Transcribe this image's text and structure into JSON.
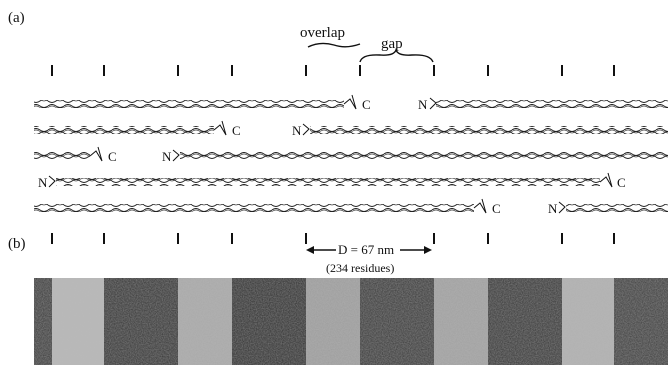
{
  "panel_a": {
    "label": "(a)",
    "overlap_label": "overlap",
    "gap_label": "gap",
    "terminus_n": "N",
    "terminus_c": "C"
  },
  "panel_b": {
    "label": "(b)",
    "period_label": "D = 67 nm",
    "residues_label": "(234 residues)"
  }
}
